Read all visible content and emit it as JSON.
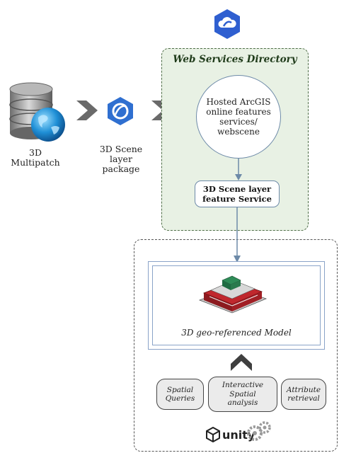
{
  "top_icon": "arcgis-online-cloud-icon",
  "database": {
    "icon": "globe-database-icon",
    "label_line1": "3D",
    "label_line2": "Multipatch"
  },
  "package": {
    "icon": "arcgis-pro-icon",
    "label_line1": "3D Scene",
    "label_line2": "layer",
    "label_line3": "package"
  },
  "web_services": {
    "title": "Web Services Directory",
    "hosted_line1": "Hosted ArcGIS",
    "hosted_line2": "online features",
    "hosted_line3": "services/",
    "hosted_line4": "webscene",
    "service_line1": "3D Scene layer",
    "service_line2": "feature Service"
  },
  "unity": {
    "model_caption": "3D geo-referenced Model",
    "tools": [
      {
        "line1": "Spatial",
        "line2": "Queries",
        "line3": ""
      },
      {
        "line1": "Interactive",
        "line2": "Spatial",
        "line3": "analysis"
      },
      {
        "line1": "Attribute",
        "line2": "retrieval",
        "line3": ""
      }
    ],
    "logo_text": "unity",
    "logo_icon": "unity-logo-icon"
  },
  "colors": {
    "wsd_fill": "#e8f1e4",
    "arrow_blue": "#6d8aa8",
    "chevron_gray": "#6a6a6a",
    "icon_blue": "#2f6fd0"
  }
}
